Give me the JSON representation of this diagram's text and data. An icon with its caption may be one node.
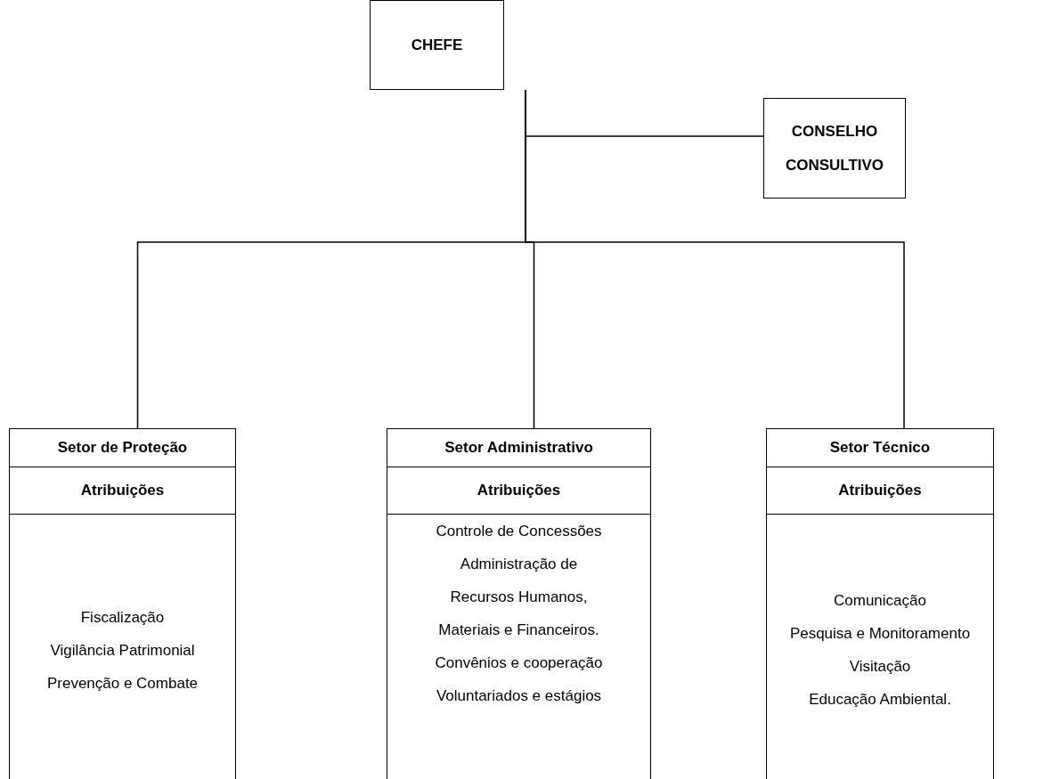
{
  "diagram": {
    "nodes": [
      {
        "text": [
          "CHEFE"
        ]
      },
      {
        "text": [
          "CONSELHO CONSULTIVO"
        ]
      },
      {
        "text": [
          "Setor de Proteção",
          "Atribuições",
          "Fiscalização",
          "Vigilância Patrimonial",
          "Prevenção e Combate"
        ]
      },
      {
        "text": [
          "Setor Administrativo",
          "Atribuições",
          "Controle de Concessões",
          "Administração de Recursos Humanos, Materiais e Financeiros.",
          "Convênios e cooperação",
          "Voluntariados e estágios"
        ]
      },
      {
        "text": [
          "Setor Técnico",
          "Atribuições",
          "Comunicação",
          "Pesquisa e Monitoramento",
          "Visitação",
          "Educação Ambiental."
        ]
      }
    ],
    "edges": [
      {
        "from": 0,
        "to": 1,
        "arrow": "none"
      },
      {
        "from": 0,
        "to": 2,
        "arrow": "none"
      },
      {
        "from": 0,
        "to": 3,
        "arrow": "none"
      },
      {
        "from": 0,
        "to": 4,
        "arrow": "none"
      }
    ]
  }
}
